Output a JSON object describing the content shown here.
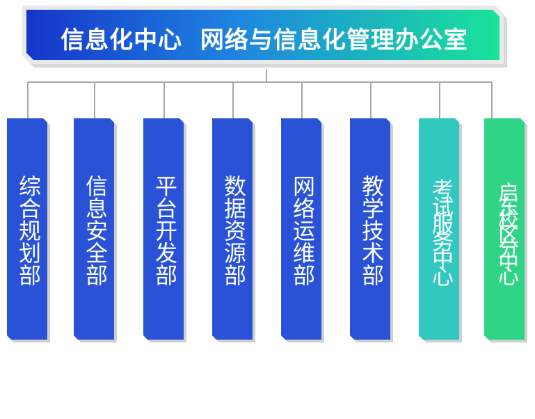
{
  "header": {
    "title": "信息化中心  网络与信息化管理办公室"
  },
  "colors": {
    "dept_blue": "#2a52d6",
    "dept_teal": "#33c8bf",
    "dept_green": "#2fd486",
    "header_left": "#1535c9",
    "header_right": "#19e39a",
    "connector": "#a8a8a8"
  },
  "departments": [
    {
      "label": "综合规划部",
      "color": "dept_blue"
    },
    {
      "label": "信息安全部",
      "color": "dept_blue"
    },
    {
      "label": "平台开发部",
      "color": "dept_blue"
    },
    {
      "label": "数据资源部",
      "color": "dept_blue"
    },
    {
      "label": "网络运维部",
      "color": "dept_blue"
    },
    {
      "label": "教学技术部",
      "color": "dept_blue"
    },
    {
      "label": "考试服务中心",
      "color": "dept_teal"
    },
    {
      "label": "启东校区分中心",
      "color": "dept_green"
    }
  ]
}
